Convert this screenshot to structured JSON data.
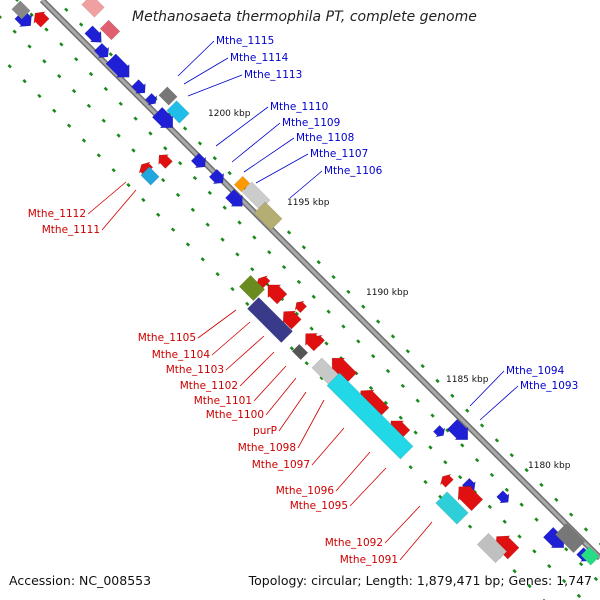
{
  "title": "Methanosaeta thermophila PT, complete genome",
  "accession": "Accession: NC_008553",
  "topology": "Topology: circular; Length: 1,879,471 bp; Genes: 1,747",
  "colors": {
    "backbone": "#8c8c8c",
    "forward_label": "#0000cc",
    "reverse_label": "#cc0000",
    "forward_gene": "#1f1fd6",
    "reverse_gene": "#e01010",
    "ruler_dots": "#1a8a1a"
  },
  "kbp_ticks": [
    "1200 kbp",
    "1195 kbp",
    "1190 kbp",
    "1185 kbp",
    "1180 kbp"
  ],
  "forward_labels": [
    "Mthe_1115",
    "Mthe_1114",
    "Mthe_1113",
    "Mthe_1110",
    "Mthe_1109",
    "Mthe_1108",
    "Mthe_1107",
    "Mthe_1106",
    "Mthe_1094",
    "Mthe_1093"
  ],
  "reverse_labels": [
    "Mthe_1112",
    "Mthe_1111",
    "Mthe_1105",
    "Mthe_1104",
    "Mthe_1103",
    "Mthe_1102",
    "Mthe_1101",
    "Mthe_1100",
    "purP",
    "Mthe_1098",
    "Mthe_1097",
    "Mthe_1096",
    "Mthe_1095",
    "Mthe_1092",
    "Mthe_1091"
  ]
}
